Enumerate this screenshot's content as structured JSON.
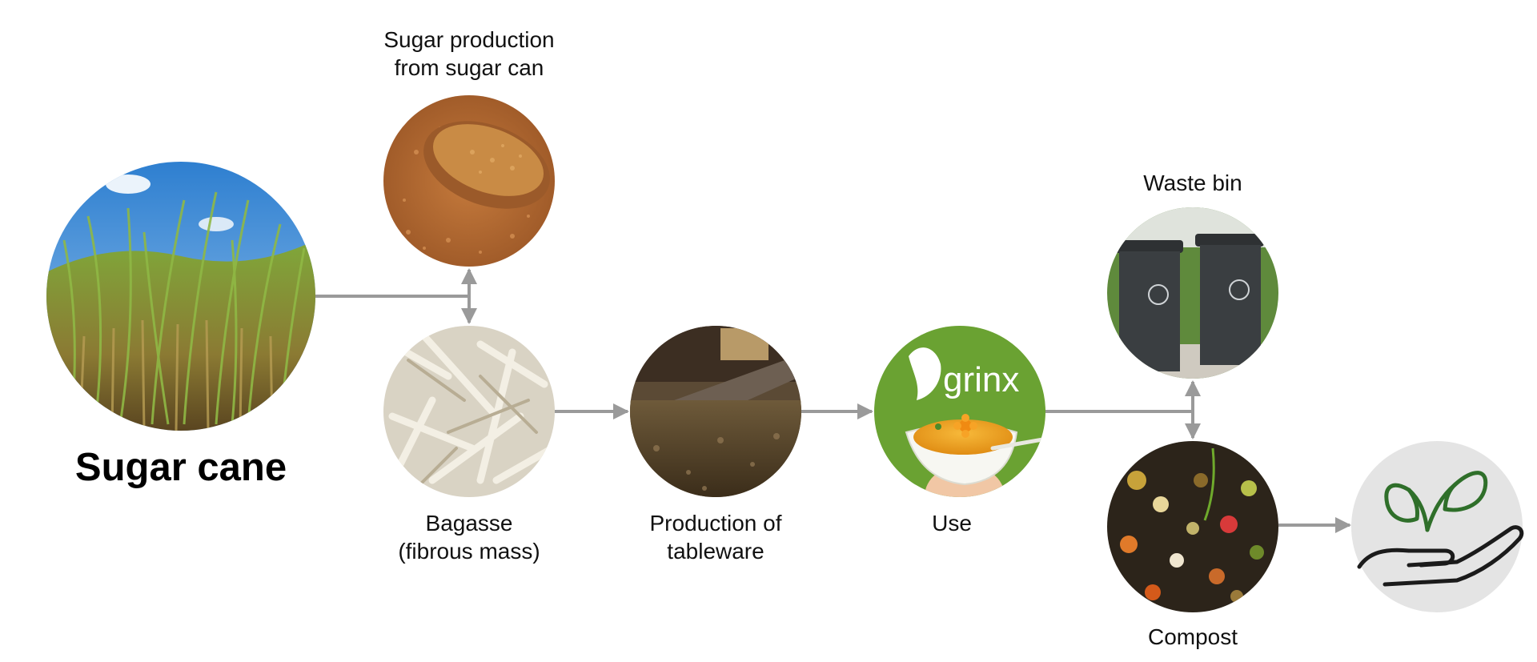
{
  "diagram": {
    "title": "Sugar cane",
    "nodes": {
      "sugar_production": [
        "Sugar production",
        "from sugar can"
      ],
      "bagasse": [
        "Bagasse",
        "(fibrous mass)"
      ],
      "production_tableware": [
        "Production of",
        "tableware"
      ],
      "use": "Use",
      "waste_bin": "Waste bin",
      "compost": "Compost"
    },
    "logo_text": "grinx",
    "colors": {
      "arrow": "#9a9a9a",
      "brand_green": "#6aa232",
      "plant_green": "#2f6f2a",
      "hand_circle": "#e4e4e4"
    },
    "icons": {
      "final_step": "plant-in-hand-icon"
    }
  }
}
